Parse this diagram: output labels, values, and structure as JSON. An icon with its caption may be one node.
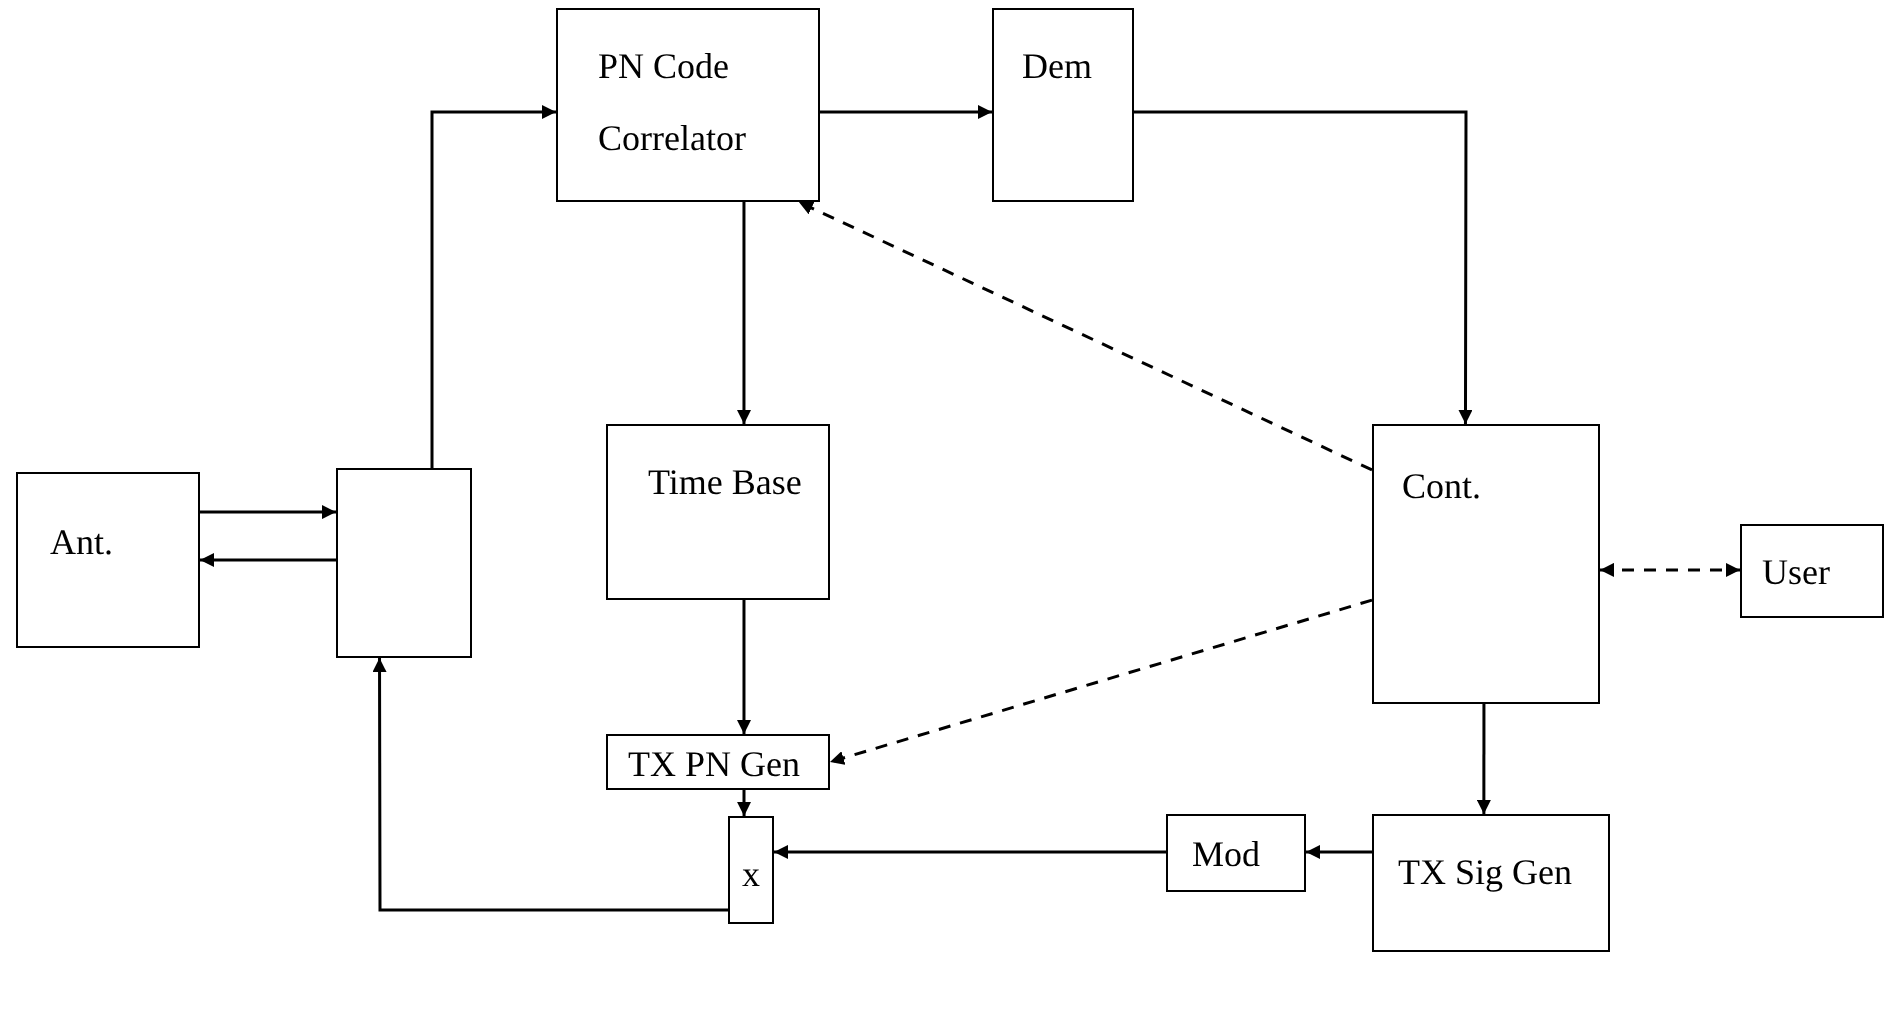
{
  "diagram": {
    "nodes": [
      {
        "text": [
          "PN Code Correlator"
        ]
      },
      {
        "text": [
          "Dem"
        ]
      },
      {
        "text": [
          "Ant."
        ]
      },
      {
        "text": [],
        "shape": "box"
      },
      {
        "text": [
          "Time Base"
        ]
      },
      {
        "text": [
          "Cont."
        ]
      },
      {
        "text": [
          "User"
        ]
      },
      {
        "text": [
          "TX PN Gen"
        ]
      },
      {
        "text": [
          "x"
        ]
      },
      {
        "text": [
          "Mod"
        ]
      },
      {
        "text": [
          "TX Sig Gen"
        ]
      }
    ],
    "edges": [
      {
        "from": 2,
        "to": 3,
        "arrow": "to"
      },
      {
        "from": 3,
        "to": 2,
        "arrow": "to"
      },
      {
        "from": 3,
        "to": 0,
        "arrow": "to"
      },
      {
        "from": 0,
        "to": 1,
        "arrow": "to"
      },
      {
        "from": 1,
        "to": 5,
        "arrow": "to"
      },
      {
        "from": 0,
        "to": 4,
        "arrow": "to"
      },
      {
        "from": 5,
        "to": 0,
        "arrow": "to",
        "style": "dashed"
      },
      {
        "from": 5,
        "to": 6,
        "arrow": "both",
        "style": "dashed"
      },
      {
        "from": 4,
        "to": 7,
        "arrow": "to"
      },
      {
        "from": 5,
        "to": 7,
        "arrow": "to",
        "style": "dashed"
      },
      {
        "from": 7,
        "to": 8,
        "arrow": "to"
      },
      {
        "from": 5,
        "to": 10,
        "arrow": "to"
      },
      {
        "from": 10,
        "to": 9,
        "arrow": "to"
      },
      {
        "from": 9,
        "to": 8,
        "arrow": "to"
      },
      {
        "from": 8,
        "to": 3,
        "arrow": "to"
      }
    ]
  }
}
